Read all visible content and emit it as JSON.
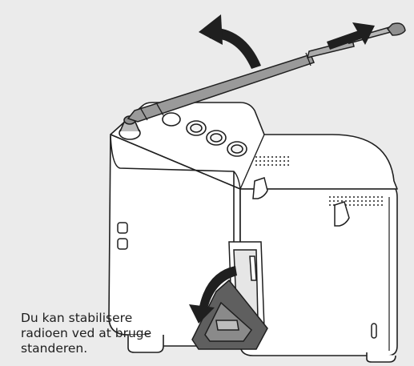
{
  "illustration": {
    "subject": "portable radio with telescopic antenna and fold-out stand",
    "colors": {
      "background": "#ebebeb",
      "line": "#1f1f1f",
      "body": "#ffffff",
      "shade": "#cfcfcf",
      "antenna": "#9a9a9a",
      "stand": "#5f5f5f"
    },
    "icons": [
      "rotate-arrow-icon",
      "extend-arrow-icon",
      "unfold-arrow-icon"
    ]
  },
  "caption": {
    "lines": [
      "Du kan stabilisere",
      "radioen ved at bruge",
      "standeren."
    ]
  }
}
